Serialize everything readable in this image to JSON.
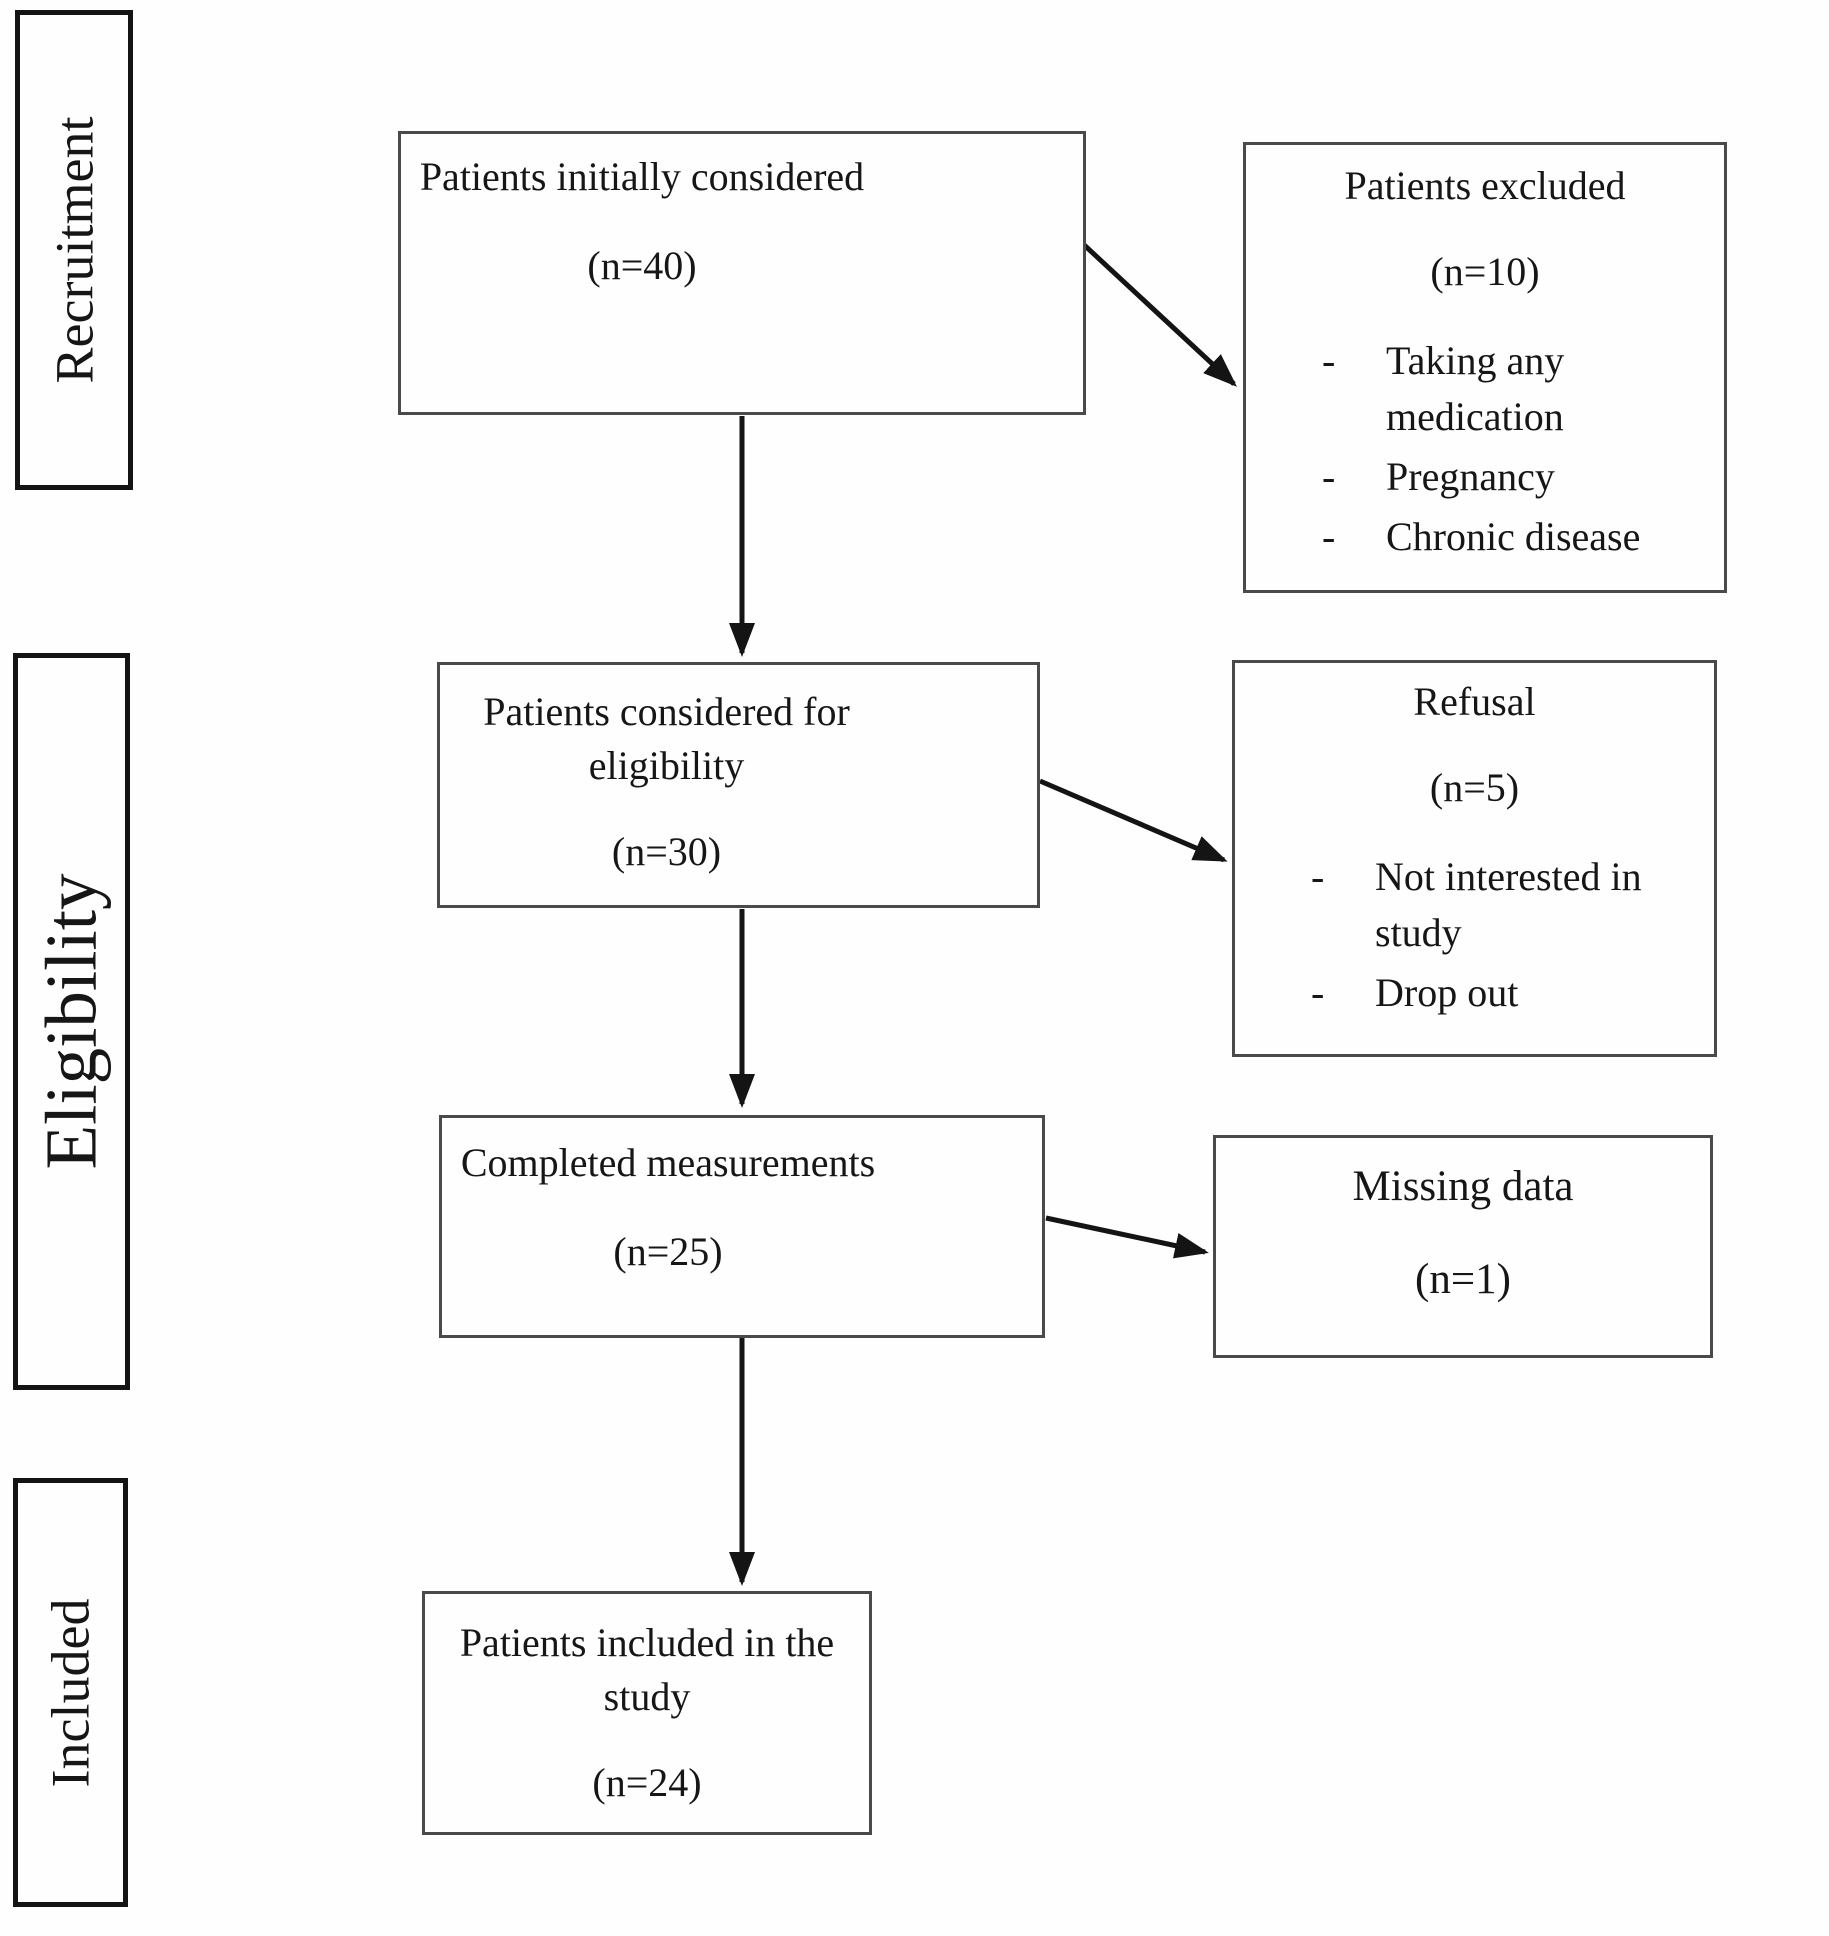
{
  "figure": {
    "bullet_char": "-",
    "stages": [
      {
        "label": "Recruitment"
      },
      {
        "label": "Eligibility"
      },
      {
        "label": "Included"
      }
    ],
    "flow_boxes": [
      {
        "title": "Patients initially considered",
        "n": "(n=40)"
      },
      {
        "title": "Patients considered for eligibility",
        "n": "(n=30)"
      },
      {
        "title": "Completed measurements",
        "n": "(n=25)"
      },
      {
        "title": "Patients included in the study",
        "n": "(n=24)"
      }
    ],
    "side_boxes": [
      {
        "title": "Patients excluded",
        "n": "(n=10)",
        "items": [
          "Taking any medication",
          "Pregnancy",
          "Chronic disease"
        ]
      },
      {
        "title": "Refusal",
        "n": "(n=5)",
        "items": [
          "Not interested in study",
          "Drop out"
        ]
      },
      {
        "title": "Missing data",
        "n": "(n=1)",
        "items": []
      }
    ]
  }
}
